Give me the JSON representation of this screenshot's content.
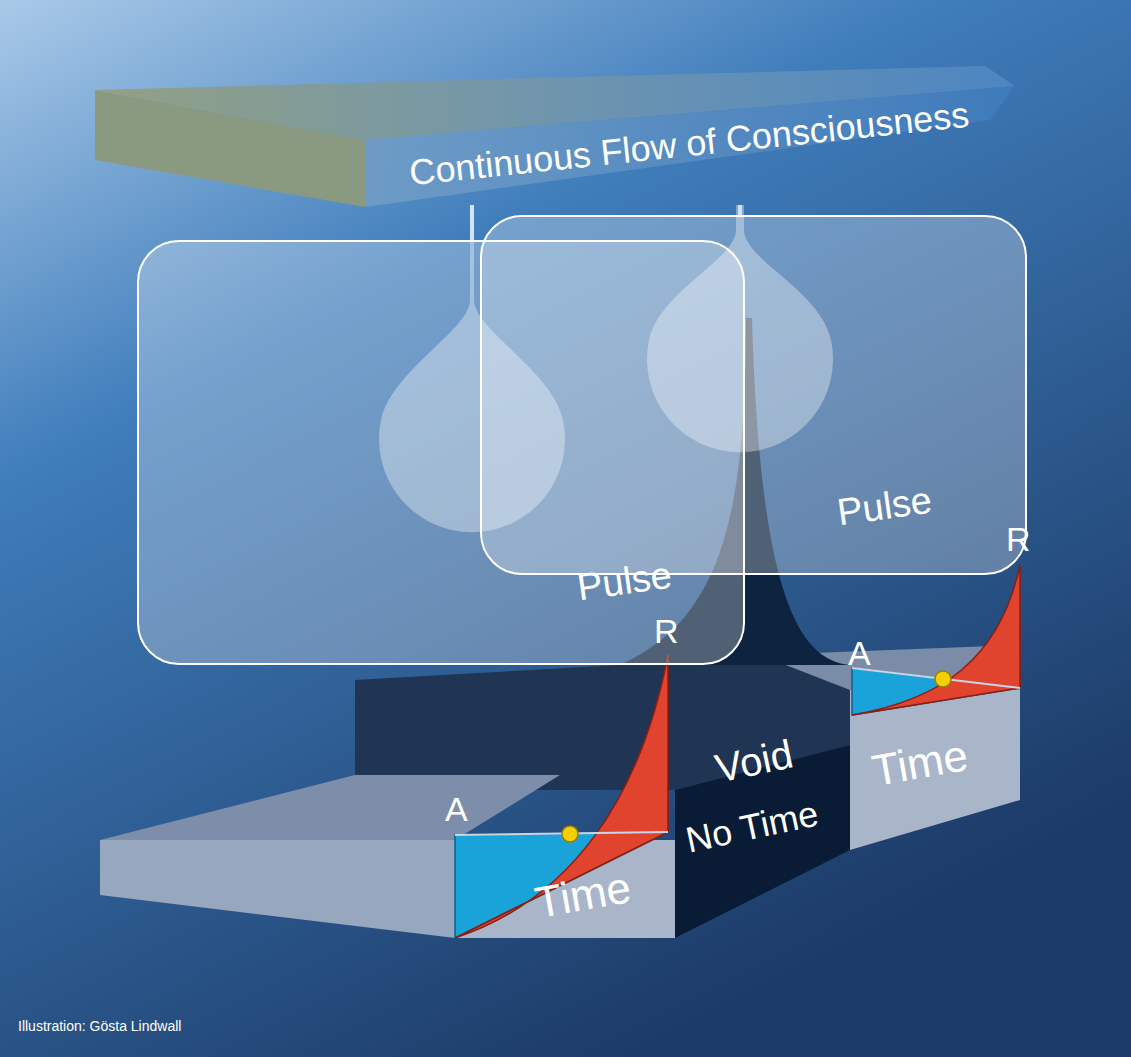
{
  "diagram": {
    "caption": "Illustration: Gösta Lindwall",
    "nodes": [
      {
        "text": [
          "Continuous Flow of Consciousness"
        ]
      },
      {
        "text": [
          "Pulse"
        ]
      },
      {
        "text": [
          "Pulse"
        ]
      },
      {
        "text": [
          "Time"
        ]
      },
      {
        "text": [
          "Void",
          "No Time"
        ]
      },
      {
        "text": [
          "Time"
        ]
      }
    ],
    "edges": [
      {
        "from": 0,
        "to": 1,
        "arrow": "none"
      },
      {
        "from": 0,
        "to": 2,
        "arrow": "none"
      }
    ],
    "labels": [
      "A",
      "R",
      "A",
      "R"
    ]
  }
}
